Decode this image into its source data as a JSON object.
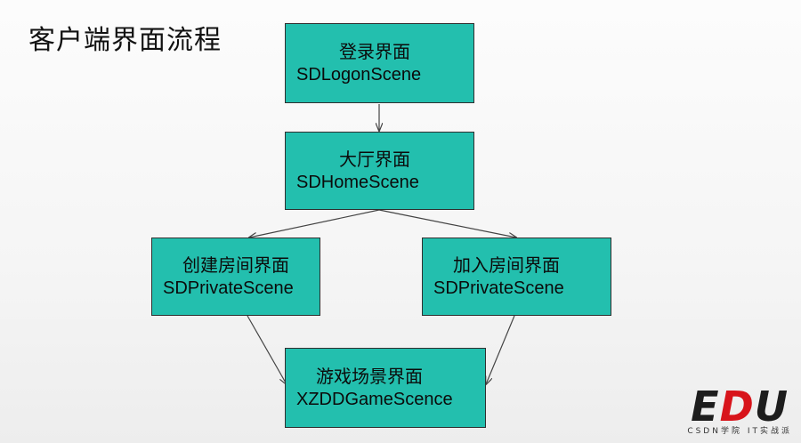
{
  "slide": {
    "title": "客户端界面流程"
  },
  "nodes": {
    "logon": {
      "cn": "登录界面",
      "en": "SDLogonScene"
    },
    "home": {
      "cn": "大厅界面",
      "en": "SDHomeScene"
    },
    "create": {
      "cn": "创建房间界面",
      "en": "SDPrivateScene"
    },
    "join": {
      "cn": "加入房间界面",
      "en": "SDPrivateScene"
    },
    "game": {
      "cn": "游戏场景界面",
      "en": "XZDDGameScence"
    }
  },
  "edges": [
    {
      "from": "logon",
      "to": "home"
    },
    {
      "from": "home",
      "to": "create"
    },
    {
      "from": "home",
      "to": "join"
    },
    {
      "from": "create",
      "to": "game"
    },
    {
      "from": "join",
      "to": "game"
    }
  ],
  "logo": {
    "mark_left": "E",
    "mark_mid": "D",
    "mark_right": "U",
    "sub": "CSDN学院 IT实战派"
  }
}
